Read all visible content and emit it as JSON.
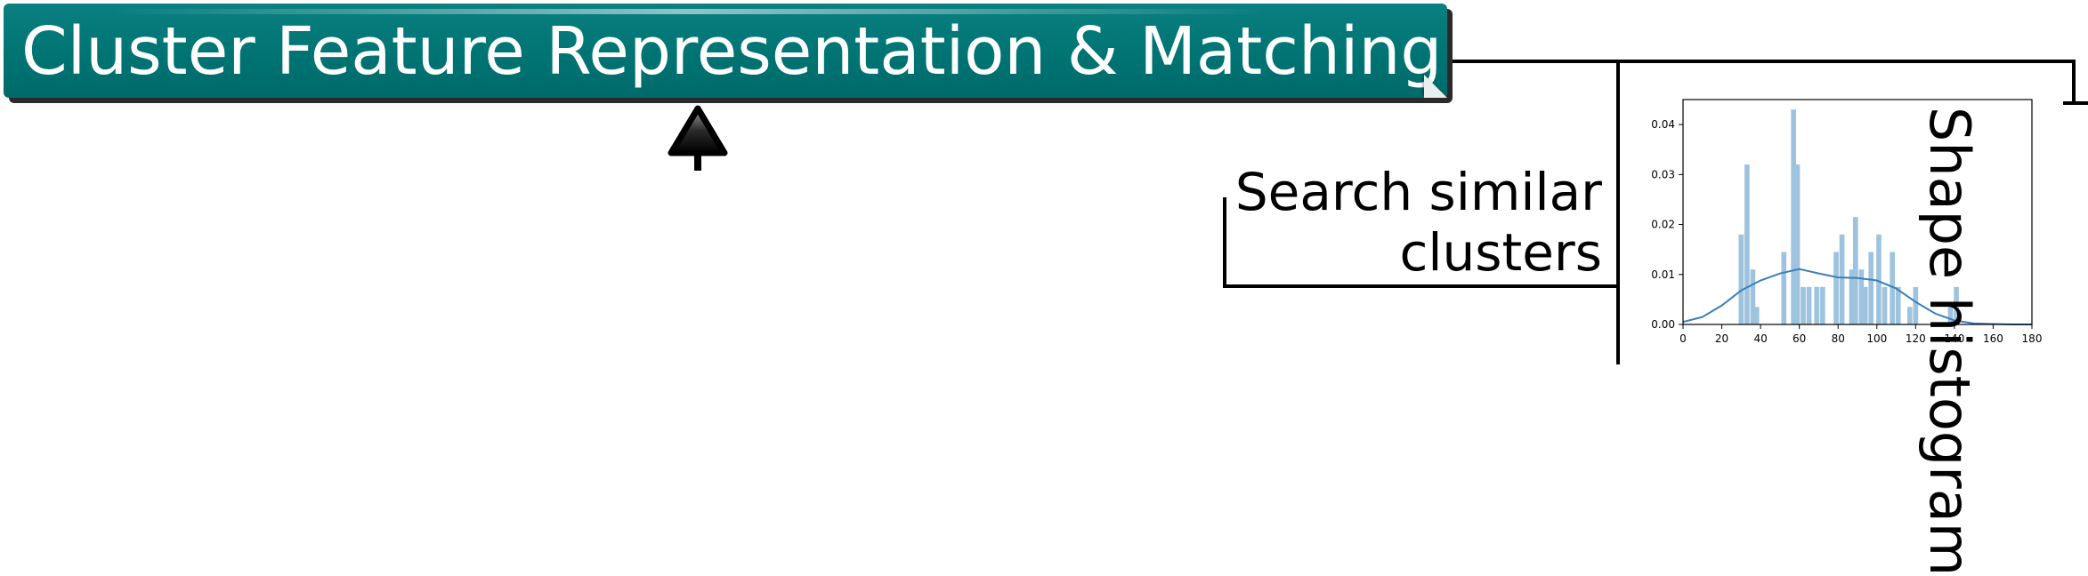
{
  "banner": {
    "title": "Cluster Feature Representation & Matching"
  },
  "labels": {
    "search_line1": "Search similar",
    "search_line2": "clusters",
    "shape_histogram": "Shape histogram"
  },
  "colors": {
    "banner": "#007373",
    "bars": "#9ec3de",
    "kde": "#3a7fb8"
  },
  "icons": {
    "arrow": "up-arrow-icon"
  },
  "chart_data": {
    "type": "bar",
    "x": [
      30,
      33,
      36,
      38,
      52,
      57,
      59,
      62,
      65,
      69,
      72,
      79,
      82,
      87,
      89,
      92,
      94,
      97,
      101,
      104,
      108,
      111,
      117,
      120,
      138,
      141
    ],
    "values": [
      0.018,
      0.032,
      0.011,
      0.0035,
      0.0145,
      0.043,
      0.032,
      0.0075,
      0.0075,
      0.0075,
      0.0075,
      0.0145,
      0.018,
      0.011,
      0.0215,
      0.011,
      0.0075,
      0.0145,
      0.018,
      0.0075,
      0.0145,
      0.0075,
      0.0035,
      0.0075,
      0.0035,
      0.0075
    ],
    "kde": {
      "x": [
        0,
        10,
        20,
        30,
        40,
        50,
        60,
        70,
        80,
        90,
        100,
        110,
        120,
        130,
        140,
        150,
        160,
        170,
        180
      ],
      "y": [
        0.0005,
        0.0015,
        0.0038,
        0.0068,
        0.0088,
        0.0102,
        0.0111,
        0.0102,
        0.0094,
        0.0093,
        0.0088,
        0.0072,
        0.0045,
        0.0022,
        0.0008,
        0.0002,
        0.0001,
        0.0,
        0.0
      ]
    },
    "xticks": [
      "0",
      "20",
      "40",
      "60",
      "80",
      "100",
      "120",
      "140",
      "160",
      "180"
    ],
    "yticks": [
      "0.00",
      "0.01",
      "0.02",
      "0.03",
      "0.04"
    ],
    "xlim": [
      0,
      180
    ],
    "ylim": [
      0,
      0.045
    ],
    "title": "",
    "xlabel": "",
    "ylabel": ""
  }
}
